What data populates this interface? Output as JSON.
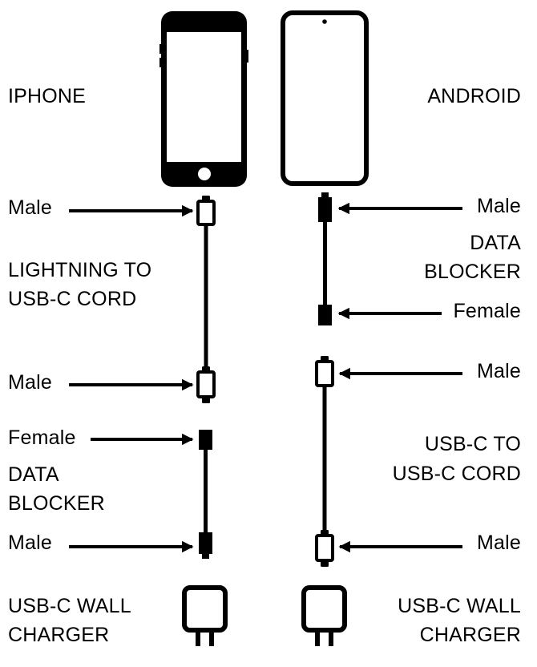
{
  "colors": {
    "ink": "#000000",
    "paper": "#ffffff"
  },
  "left": {
    "device": {
      "label": "IPHONE",
      "icon": "iphone-icon"
    },
    "cable_top_connector": "Male",
    "cable": [
      "LIGHTNING TO",
      "USB-C CORD"
    ],
    "cable_bottom_connector": "Male",
    "blocker_top_connector": "Female",
    "blocker": [
      "DATA",
      "BLOCKER"
    ],
    "blocker_bottom_connector": "Male",
    "charger": [
      "USB-C WALL",
      "CHARGER"
    ]
  },
  "right": {
    "device": {
      "label": "ANDROID",
      "icon": "android-phone-icon"
    },
    "blocker_top_connector": "Male",
    "blocker": [
      "DATA",
      "BLOCKER"
    ],
    "blocker_bottom_connector": "Female",
    "cable_top_connector": "Male",
    "cable": [
      "USB-C TO",
      "USB-C CORD"
    ],
    "cable_bottom_connector": "Male",
    "charger": [
      "USB-C WALL",
      "CHARGER"
    ]
  }
}
